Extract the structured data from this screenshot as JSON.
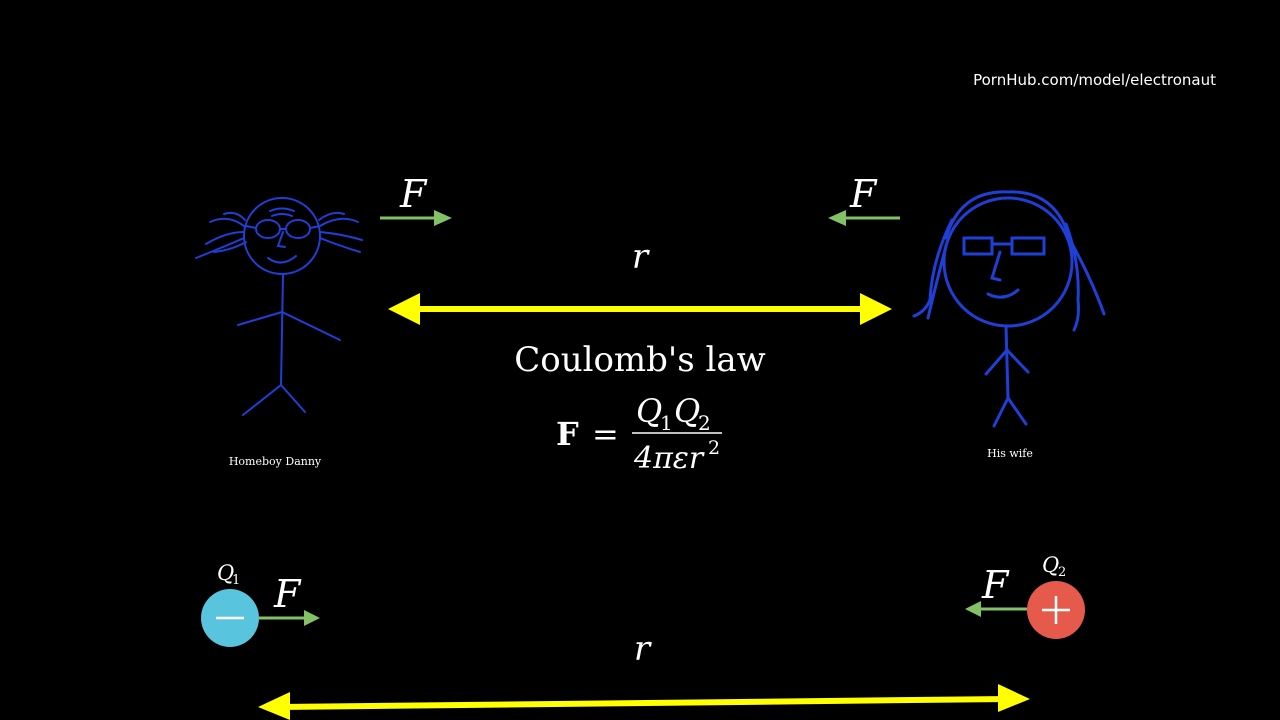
{
  "watermark": "PornHub.com/model/electronaut",
  "people": {
    "left_caption": "Homeboy Danny",
    "right_caption": "His wife"
  },
  "labels": {
    "force_symbol": "F",
    "distance_symbol": "r"
  },
  "law": {
    "title": "Coulomb's law",
    "lhs": "F",
    "equals": "=",
    "numerator_q1": "Q",
    "numerator_q1_sub": "1",
    "numerator_q2": "Q",
    "numerator_q2_sub": "2",
    "denominator_base": "4πεr",
    "denominator_exp": "2"
  },
  "charges": {
    "q1_label": "Q",
    "q1_sub": "1",
    "q2_label": "Q",
    "q2_sub": "2",
    "q1_sign": "−",
    "q2_sign": "+"
  },
  "colors": {
    "background": "#000000",
    "stick_figure": "#1f3fd6",
    "arrow_force": "#83c167",
    "arrow_distance": "#ffff00",
    "negative_charge": "#58c4dd",
    "positive_charge": "#e65a4c",
    "text": "#ffffff"
  }
}
